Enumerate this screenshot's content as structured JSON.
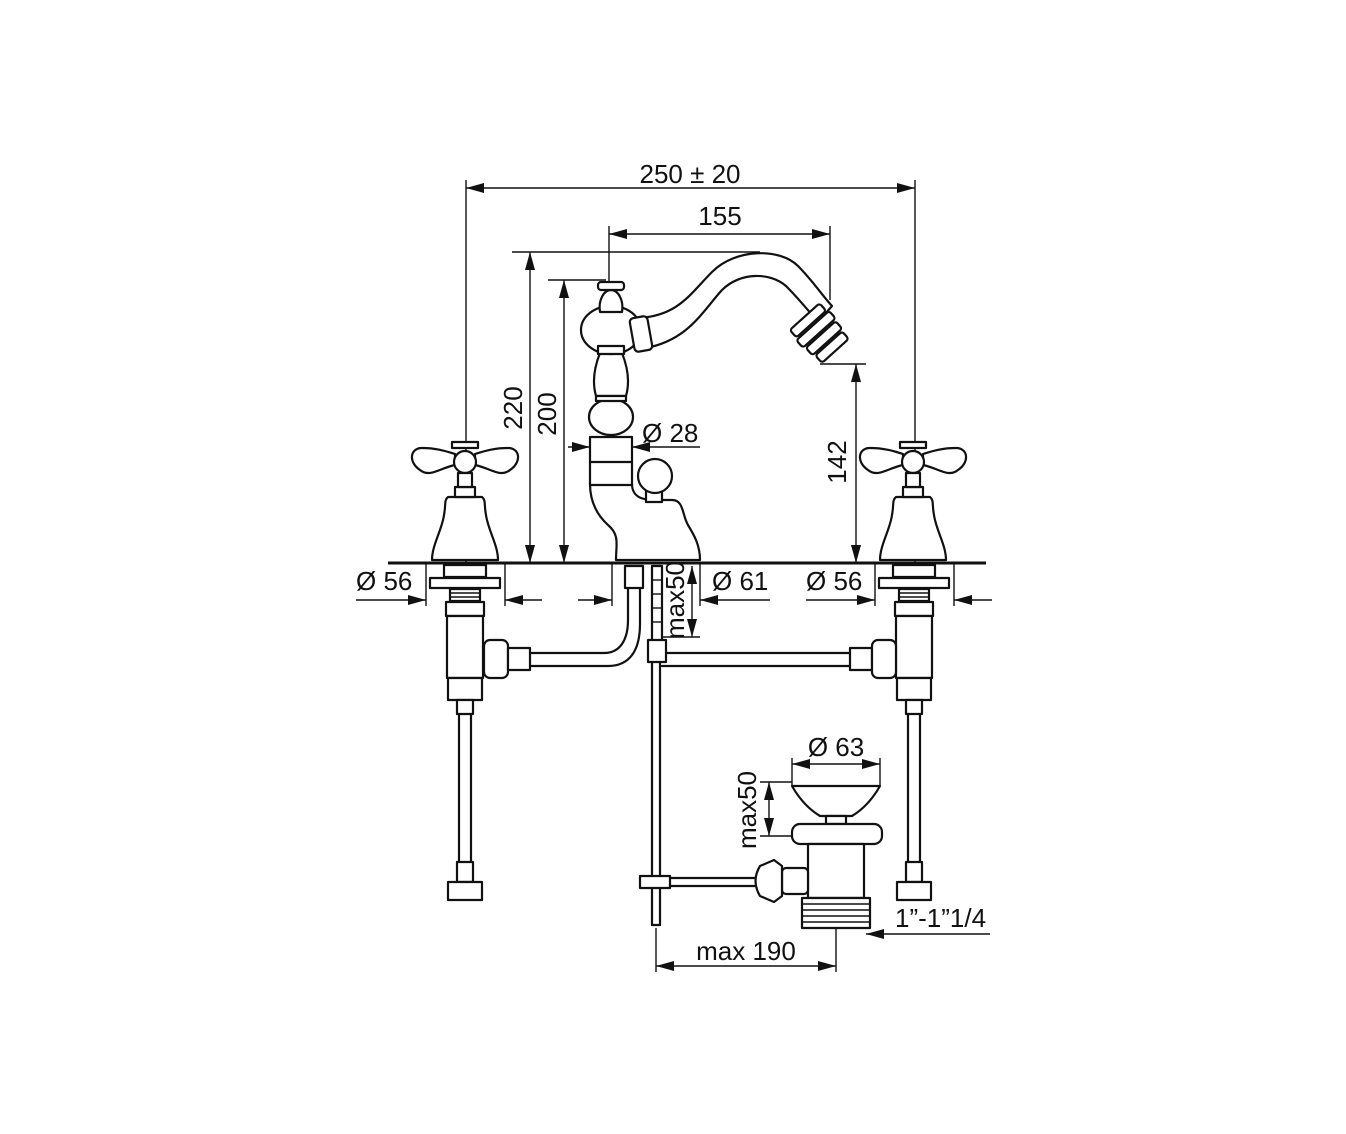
{
  "drawing": {
    "colors": {
      "line": "#111111",
      "background": "#ffffff"
    },
    "dimensions": {
      "overall_width": "250 ± 20",
      "spout_reach": "155",
      "height_total": "220",
      "height_lever": "200",
      "spout_height": "142",
      "body_diameter": "Ø 28",
      "handle_left_diameter": "Ø 56",
      "spout_base_diameter": "Ø 61",
      "handle_right_diameter": "Ø 56",
      "max_thickness": "max50",
      "drain_diameter": "Ø 63",
      "drain_thickness": "max50",
      "drain_thread": "1”-1”1/4",
      "rod_reach": "max 190"
    }
  }
}
